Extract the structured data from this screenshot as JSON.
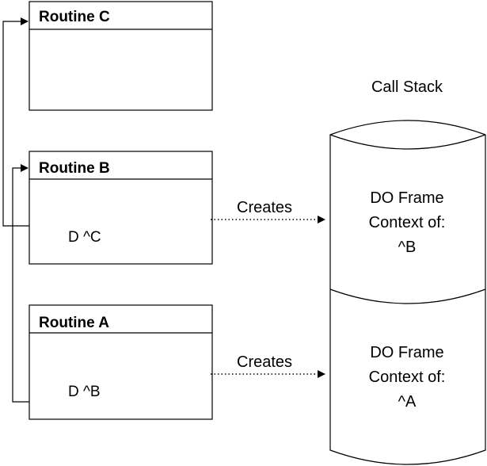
{
  "routines": {
    "c": {
      "title": "Routine C",
      "code": ""
    },
    "b": {
      "title": "Routine B",
      "code": "D ^C"
    },
    "a": {
      "title": "Routine A",
      "code": "D ^B"
    }
  },
  "arrows": {
    "creates_b": "Creates",
    "creates_a": "Creates"
  },
  "call_stack": {
    "title": "Call Stack",
    "frames": [
      {
        "lines": [
          "DO Frame",
          "Context of:",
          "^B"
        ]
      },
      {
        "lines": [
          "DO Frame",
          "Context of:",
          "^A"
        ]
      }
    ]
  }
}
